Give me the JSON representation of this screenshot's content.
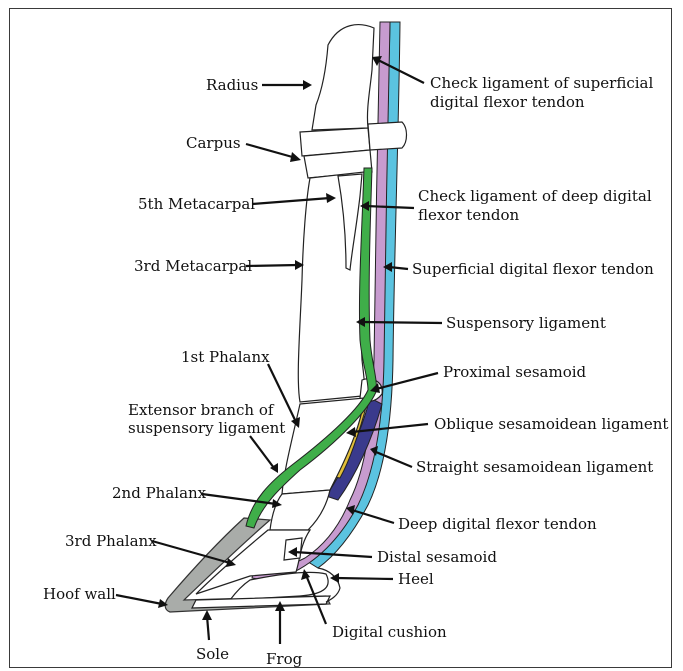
{
  "labels": {
    "radius": "Radius",
    "carpus": "Carpus",
    "metacarpal5": "5th Metacarpal",
    "metacarpal3": "3rd Metacarpal",
    "phalanx1": "1st Phalanx",
    "extensor_line1": "Extensor branch of",
    "extensor_line2": "suspensory ligament",
    "phalanx2": "2nd Phalanx",
    "phalanx3": "3rd Phalanx",
    "hoof_wall": "Hoof wall",
    "sole": "Sole",
    "frog": "Frog",
    "check_sdf_line1": "Check ligament of superficial",
    "check_sdf_line2": "digital flexor tendon",
    "check_ddf_line1": "Check ligament of deep digital",
    "check_ddf_line2": "flexor tendon",
    "sdf_tendon": "Superficial digital flexor tendon",
    "suspensory": "Suspensory ligament",
    "prox_sesamoid": "Proximal sesamoid",
    "oblique": "Oblique sesamoidean ligament",
    "straight": "Straight sesamoidean ligament",
    "ddf_tendon": "Deep digital flexor tendon",
    "distal_sesamoid": "Distal sesamoid",
    "heel": "Heel",
    "digital_cushion": "Digital cushion"
  },
  "colors": {
    "superficial_flexor": "#c79bcf",
    "deep_flexor": "#5bc3e0",
    "suspensory": "#3fae49",
    "oblique": "#e2be3a",
    "straight": "#3a3a8c",
    "hoof_wall": "#a9aca9"
  }
}
